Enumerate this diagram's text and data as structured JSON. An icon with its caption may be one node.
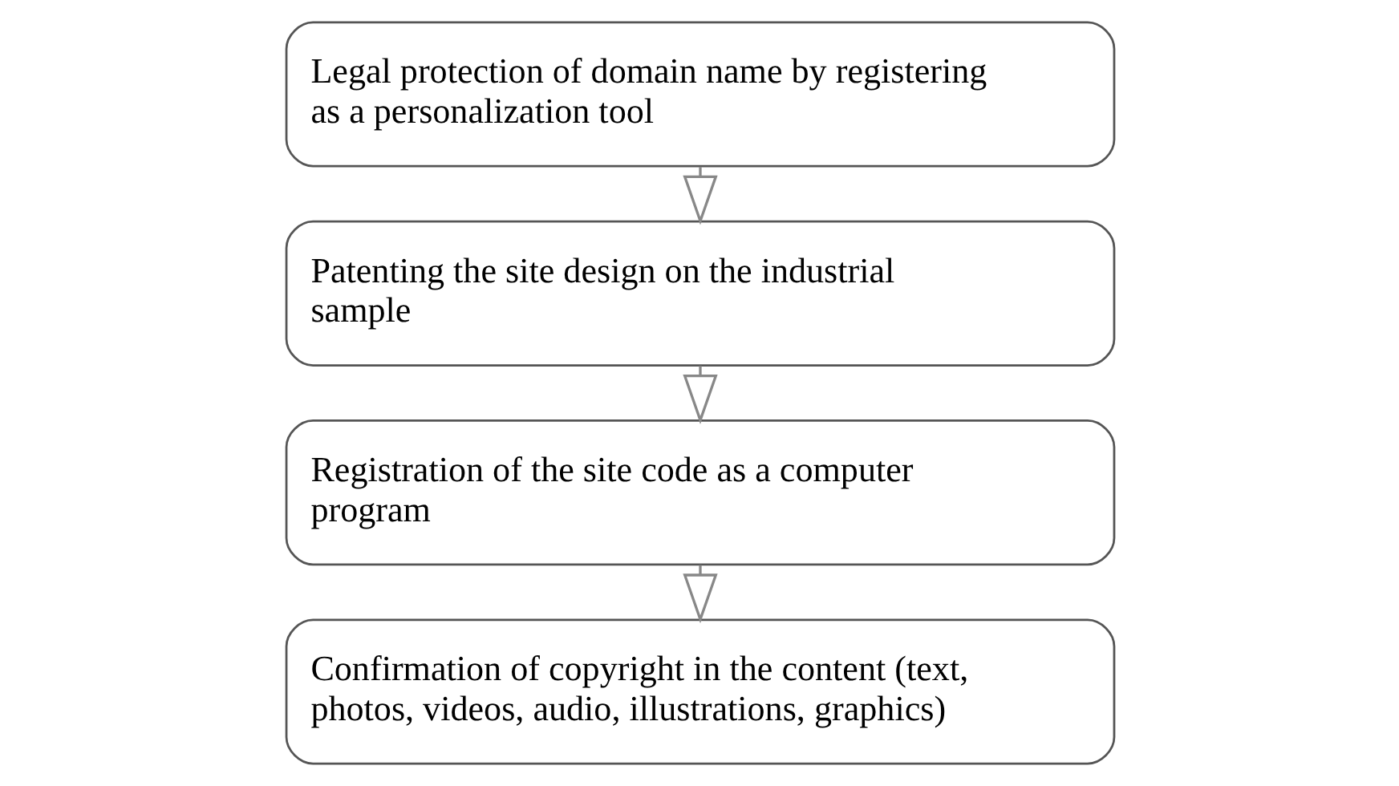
{
  "diagram": {
    "nodes": [
      {
        "text": [
          "Legal protection of domain name by registering as a personalization tool"
        ]
      },
      {
        "text": [
          "Patenting the site design on the industrial sample"
        ]
      },
      {
        "text": [
          "Registration of the site code as a computer program"
        ]
      },
      {
        "text": [
          "Confirmation of copyright in the content (text, photos, videos, audio, illustrations, graphics)"
        ]
      }
    ],
    "edges": [
      {
        "from": 0,
        "to": 1,
        "arrow": "to"
      },
      {
        "from": 1,
        "to": 2,
        "arrow": "to"
      },
      {
        "from": 2,
        "to": 3,
        "arrow": "to"
      }
    ]
  }
}
